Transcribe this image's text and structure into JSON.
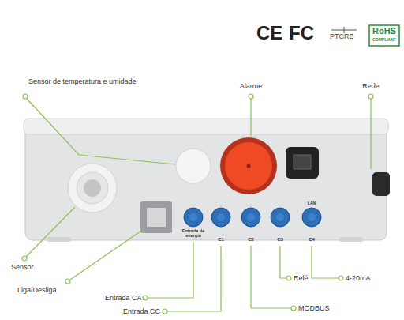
{
  "diagram": {
    "labels": [
      "CE",
      "FC",
      "PTCRB",
      "RoHS",
      "COMPLIANT",
      "Sensor de temperatura e umidade",
      "Alarme",
      "Rede",
      "Entrada de energia",
      "C1",
      "C2",
      "C3",
      "LAN",
      "C4",
      "Sensor",
      "Liga/Desliga",
      "Entrada CA",
      "Entrada CC",
      "MODBUS",
      "Relé",
      "4-20mA"
    ]
  }
}
